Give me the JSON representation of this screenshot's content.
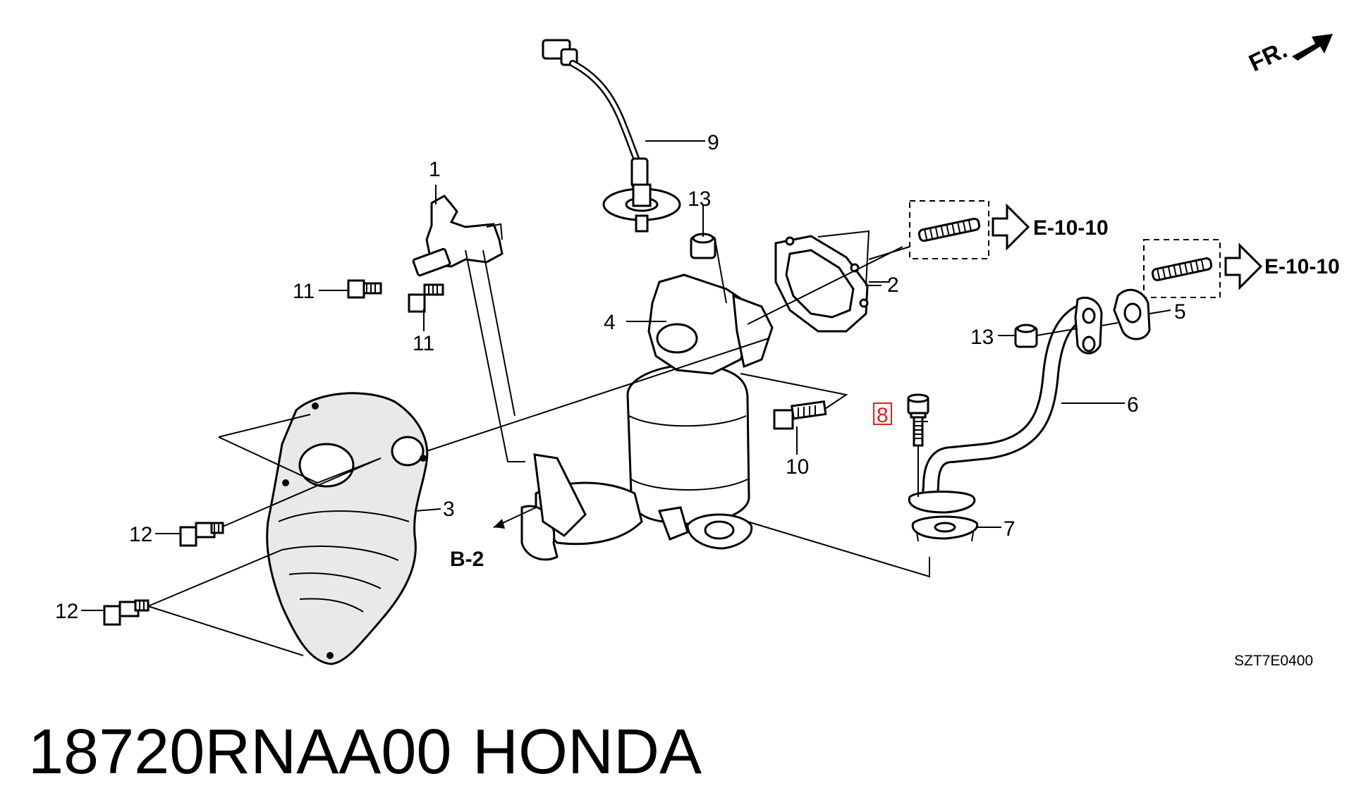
{
  "front_indicator": "FR.",
  "drawing_code": "SZT7E0400",
  "references": {
    "upper": "E-10-10",
    "right": "E-10-10",
    "bottom": "B-2"
  },
  "callouts": {
    "c1": "1",
    "c2": "2",
    "c3": "3",
    "c4": "4",
    "c5": "5",
    "c6": "6",
    "c7": "7",
    "c8": "8",
    "c9": "9",
    "c10": "10",
    "c11a": "11",
    "c11b": "11",
    "c12a": "12",
    "c12b": "12",
    "c13a": "13",
    "c13b": "13"
  },
  "highlighted_part": "8",
  "highlight_color": "#e02020",
  "footer": {
    "part_number": "18720RNAA00",
    "brand": "HONDA"
  }
}
